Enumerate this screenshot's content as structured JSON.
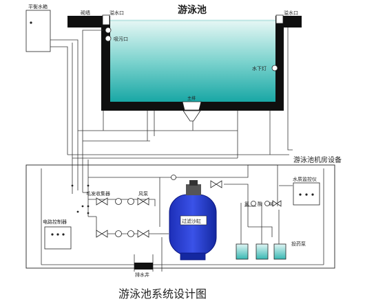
{
  "title": "游泳池",
  "caption": "游泳池系统设计图",
  "labels": {
    "balance_tank": "平衡水箱",
    "skimmer": "溢水口",
    "overflow_right": "溢水口",
    "suction": "吸污口",
    "underwater_light": "水下灯",
    "main_drain": "主排",
    "pool_edge": "砌墙",
    "machine_room": "游泳池机房设备",
    "hair_collector": "毛发收集器",
    "pump": "风泵",
    "sand_filter": "过滤沙缸",
    "electric_controller": "电路控制器",
    "water_quality": "水质监控仪",
    "chemical_pump": "投药泵",
    "chlorine": "氯",
    "valve_label": "酸",
    "alkali": "碱",
    "drain_well": "排水井"
  }
}
